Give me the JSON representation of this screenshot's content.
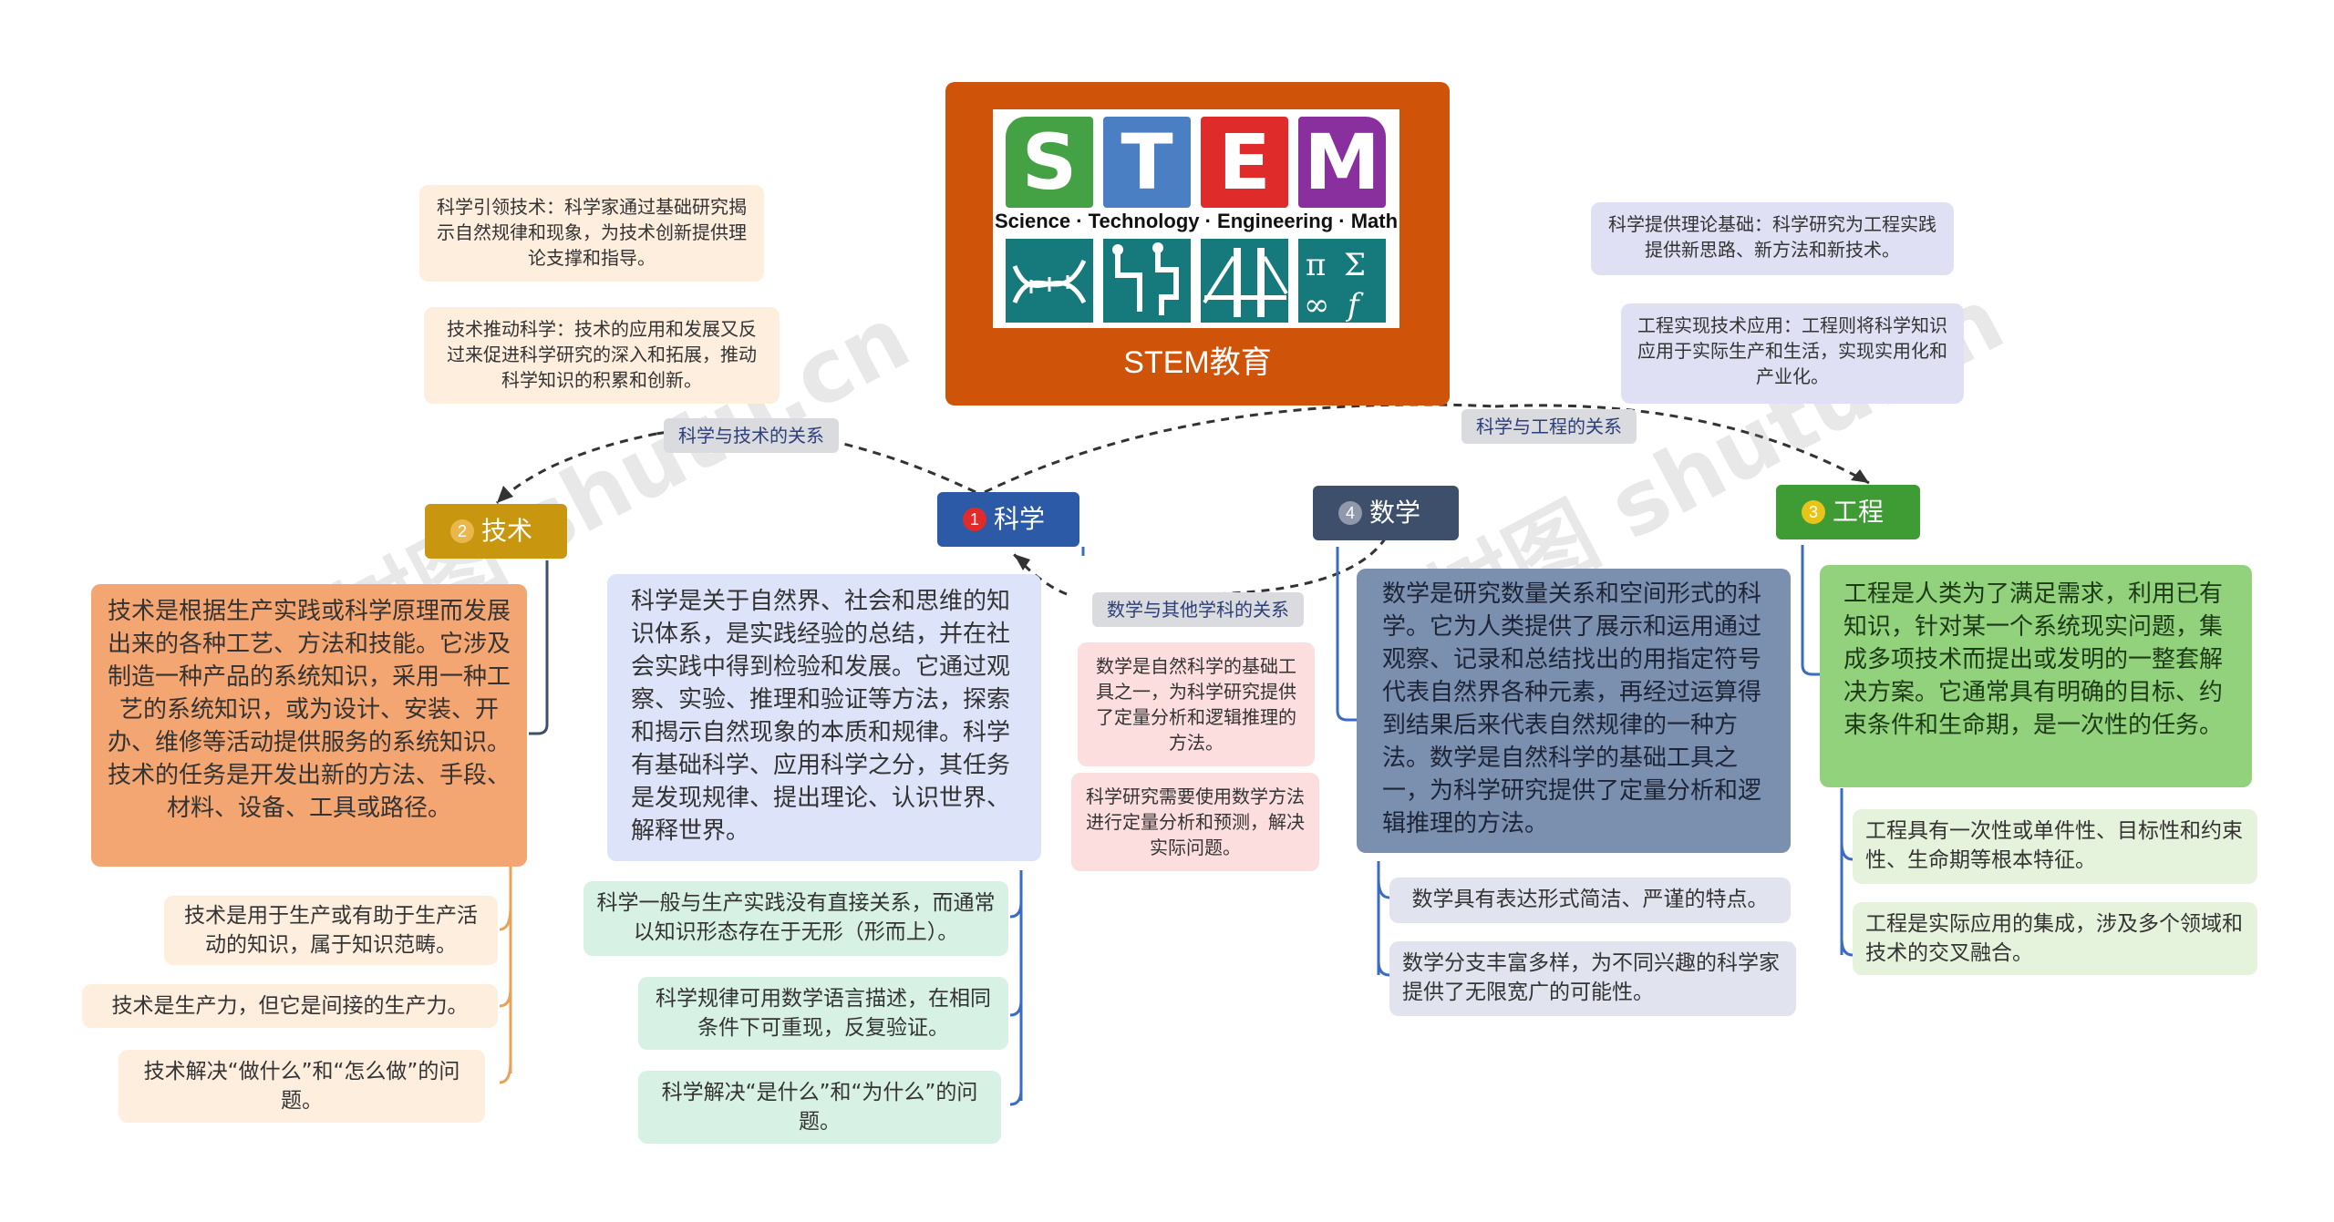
{
  "root": {
    "title": "STEM教育",
    "logo_letters": [
      "S",
      "T",
      "E",
      "M"
    ],
    "logo_subtitle": "Science · Technology · Engineering · Math",
    "logo_colors": [
      "#44a244",
      "#4a7fc3",
      "#e02b2b",
      "#8a2f9e"
    ],
    "tile_color": "#167a7d"
  },
  "branches": {
    "science": {
      "number": "1",
      "label": "科学",
      "color": "#2d5aa6",
      "main": "科学是关于自然界、社会和思维的知识体系，是实践经验的总结，并在社会实践中得到检验和发展。它通过观察、实验、推理和验证等方法，探索和揭示自然现象的本质和规律。科学有基础科学、应用科学之分，其任务是发现规律、提出理论、认识世界、解释世界。",
      "items": [
        "科学一般与生产实践没有直接关系，而通常以知识形态存在于无形（形而上）。",
        "科学规律可用数学语言描述，在相同条件下可重现，反复验证。",
        "科学解决“是什么”和“为什么”的问题。"
      ]
    },
    "technology": {
      "number": "2",
      "label": "技术",
      "color": "#c9960f",
      "main": "技术是根据生产实践或科学原理而发展出来的各种工艺、方法和技能。它涉及制造一种产品的系统知识，采用一种工艺的系统知识，或为设计、安装、开办、维修等活动提供服务的系统知识。技术的任务是开发出新的方法、手段、材料、设备、工具或路径。",
      "items": [
        "技术是用于生产或有助于生产活动的知识，属于知识范畴。",
        "技术是生产力，但它是间接的生产力。",
        "技术解决“做什么”和“怎么做”的问题。"
      ]
    },
    "engineering": {
      "number": "3",
      "label": "工程",
      "color": "#3f9c35",
      "main": "工程是人类为了满足需求，利用已有知识，针对某一个系统现实问题，集成多项技术而提出或发明的一整套解决方案。它通常具有明确的目标、约束条件和生命期，是一次性的任务。",
      "items": [
        "工程具有一次性或单件性、目标性和约束性、生命期等根本特征。",
        "工程是实际应用的集成，涉及多个领域和技术的交叉融合。"
      ]
    },
    "math": {
      "number": "4",
      "label": "数学",
      "color": "#3e4f6b",
      "main": "数学是研究数量关系和空间形式的科学。它为人类提供了展示和运用通过观察、记录和总结找出的用指定符号代表自然界各种元素，再经过运算得到结果后来代表自然规律的一种方法。数学是自然科学的基础工具之一，为科学研究提供了定量分析和逻辑推理的方法。",
      "items": [
        "数学具有表达形式简洁、严谨的特点。",
        "数学分支丰富多样，为不同兴趣的科学家提供了无限宽广的可能性。"
      ]
    }
  },
  "relations": {
    "sci_tech": {
      "label": "科学与技术的关系",
      "notes": [
        "科学引领技术：科学家通过基础研究揭示自然规律和现象，为技术创新提供理论支撑和指导。",
        "技术推动科学：技术的应用和发展又反过来促进科学研究的深入和拓展，推动科学知识的积累和创新。"
      ]
    },
    "sci_eng": {
      "label": "科学与工程的关系",
      "notes": [
        "科学提供理论基础：科学研究为工程实践提供新思路、新方法和新技术。",
        "工程实现技术应用：工程则将科学知识应用于实际生产和生活，实现实用化和产业化。"
      ]
    },
    "math_other": {
      "label": "数学与其他学科的关系",
      "notes": [
        "数学是自然科学的基础工具之一，为科学研究提供了定量分析和逻辑推理的方法。",
        "科学研究需要使用数学方法进行定量分析和预测，解决实际问题。"
      ]
    }
  },
  "watermark": "树图 shutu.cn"
}
